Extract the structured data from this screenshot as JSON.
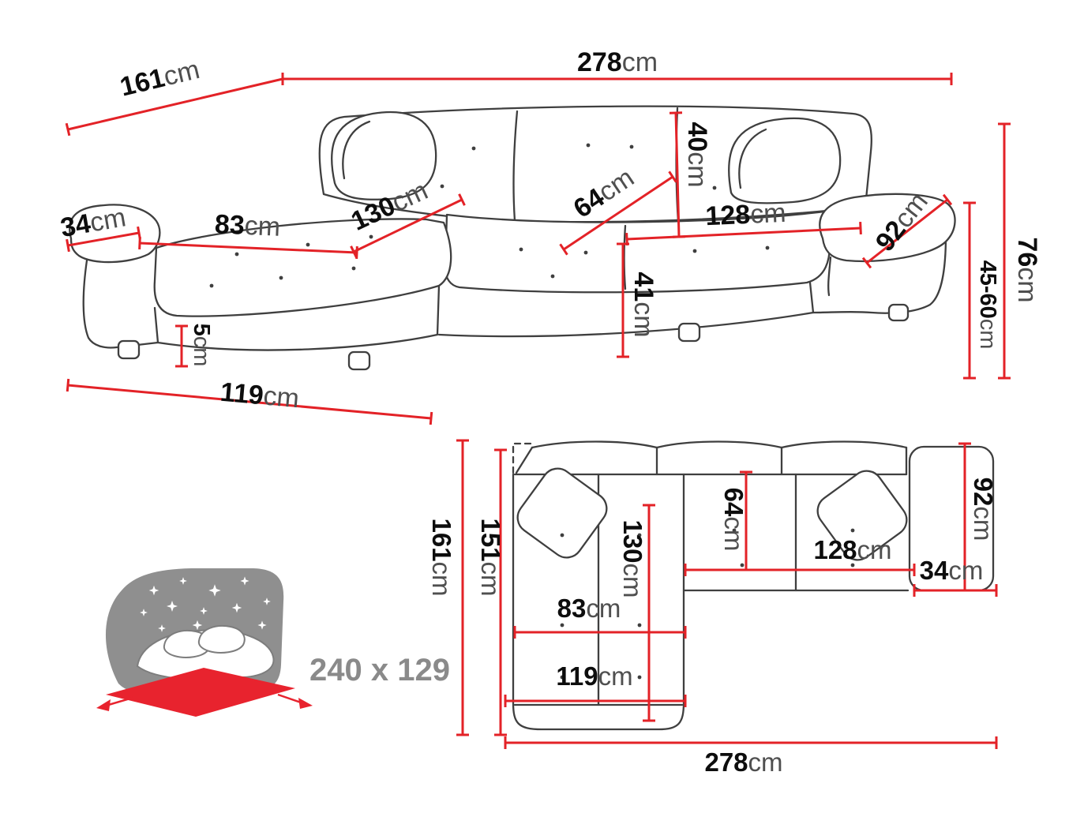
{
  "colors": {
    "background": "#ffffff",
    "dimension_red": "#e32227",
    "outline_gray": "#3f3f3f",
    "unit_text_gray": "#4f4f4f",
    "bed_label_gray": "#8a8a8a"
  },
  "perspective": {
    "width_top": {
      "value": "278",
      "unit": "cm"
    },
    "depth_left": {
      "value": "161",
      "unit": "cm"
    },
    "backrest_height": {
      "value": "40",
      "unit": "cm"
    },
    "seat_depth": {
      "value": "64",
      "unit": "cm"
    },
    "seat_width_right": {
      "value": "128",
      "unit": "cm"
    },
    "armrest_length_right": {
      "value": "92",
      "unit": "cm"
    },
    "total_height": {
      "value": "76",
      "unit": "cm"
    },
    "backrest_height_range": {
      "value": "45-60",
      "unit": "cm"
    },
    "armrest_width_left": {
      "value": "34",
      "unit": "cm"
    },
    "chaise_seat_width": {
      "value": "83",
      "unit": "cm"
    },
    "chaise_length": {
      "value": "130",
      "unit": "cm"
    },
    "seat_height": {
      "value": "41",
      "unit": "cm"
    },
    "leg_height": {
      "value": "5",
      "unit": "cm"
    },
    "depth_bottom": {
      "value": "119",
      "unit": "cm"
    }
  },
  "plan": {
    "depth_total": {
      "value": "161",
      "unit": "cm"
    },
    "depth_inner": {
      "value": "151",
      "unit": "cm"
    },
    "chaise_length": {
      "value": "130",
      "unit": "cm"
    },
    "seat_depth": {
      "value": "64",
      "unit": "cm"
    },
    "seat_width_right": {
      "value": "128",
      "unit": "cm"
    },
    "armrest_length_right": {
      "value": "92",
      "unit": "cm"
    },
    "armrest_width_right": {
      "value": "34",
      "unit": "cm"
    },
    "chaise_seat_width": {
      "value": "83",
      "unit": "cm"
    },
    "chaise_width_bottom": {
      "value": "119",
      "unit": "cm"
    },
    "width_total": {
      "value": "278",
      "unit": "cm"
    }
  },
  "sleeping": {
    "bed_size": "240 x 129"
  }
}
